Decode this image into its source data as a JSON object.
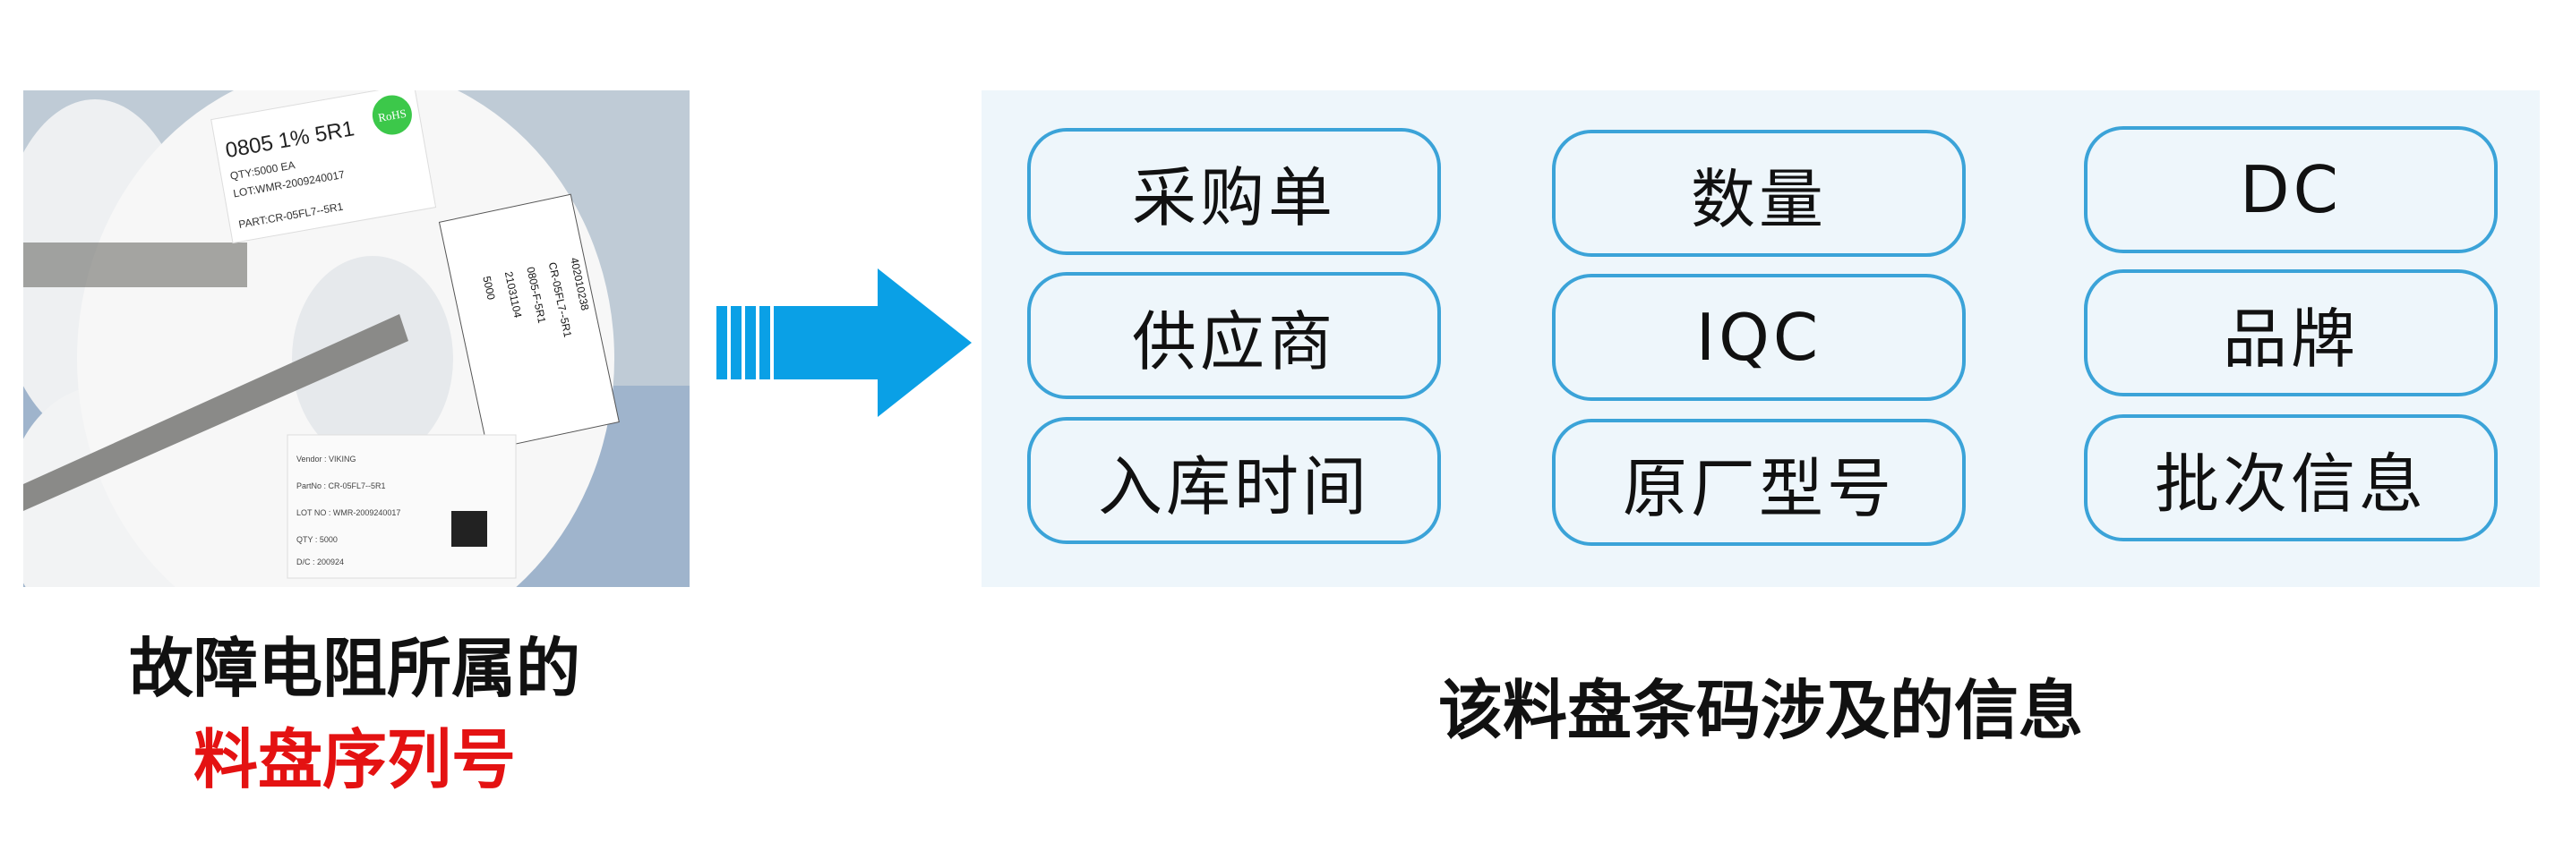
{
  "photo": {
    "label_main": "0805 1% 5R1",
    "label_qty": "QTY:5000   EA",
    "label_lot": "LOT:WMR-2009240017",
    "label_part": "PART:CR-05FL7--5R1",
    "rohs": "RoHS",
    "side_label": [
      "402010238",
      "CR-05FL7--5R1",
      "0805-F-5R1",
      "21031104",
      "5000"
    ],
    "bottom_label": [
      "Vendor : VIKING",
      "PartNo : CR-05FL7--5R1",
      "LOT NO : WMR-2009240017",
      "QTY : 5000",
      "D/C : 200924"
    ]
  },
  "arrow": {
    "color": "#0aa0e6"
  },
  "panel": {
    "border_color": "#3ba3d8",
    "background": "#eef6fb",
    "items": [
      "采购单",
      "数量",
      "DC",
      "供应商",
      "IQC",
      "品牌",
      "入库时间",
      "原厂型号",
      "批次信息"
    ]
  },
  "captions": {
    "left_line1": "故障电阻所属的",
    "left_line2": "料盘序列号",
    "left_line2_color": "#e41212",
    "right": "该料盘条码涉及的信息"
  }
}
